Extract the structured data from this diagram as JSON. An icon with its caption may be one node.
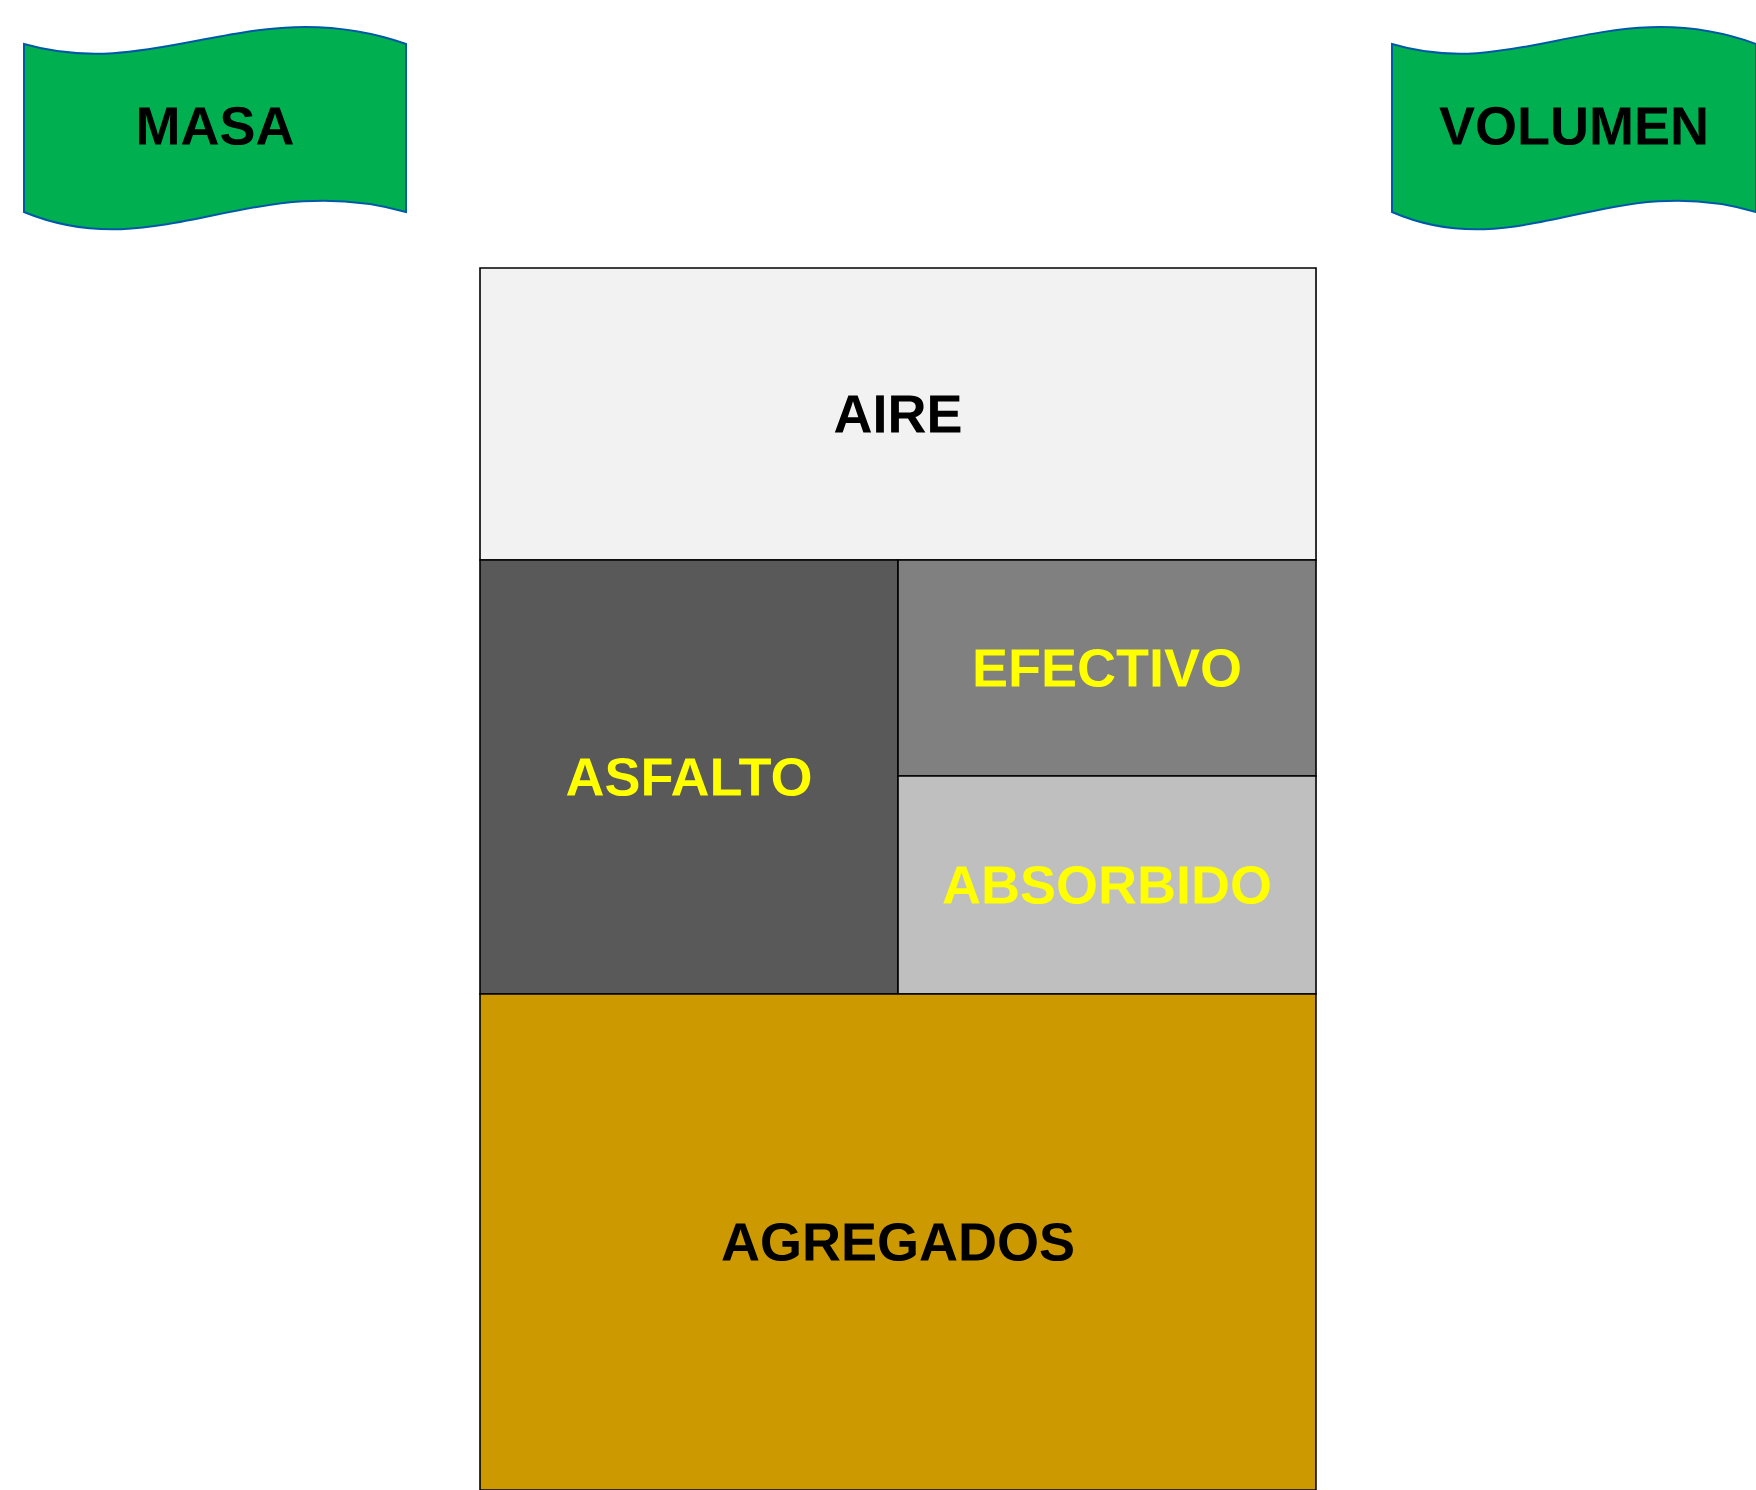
{
  "diagram": {
    "nodes": [
      {
        "text": [
          "MASA"
        ]
      },
      {
        "text": [
          "VOLUMEN"
        ]
      },
      {
        "text": [
          "AIRE"
        ]
      },
      {
        "text": [
          "ASFALTO"
        ]
      },
      {
        "text": [
          "EFECTIVO"
        ]
      },
      {
        "text": [
          "ABSORBIDO"
        ]
      },
      {
        "text": [
          "AGREGADOS"
        ]
      }
    ]
  }
}
